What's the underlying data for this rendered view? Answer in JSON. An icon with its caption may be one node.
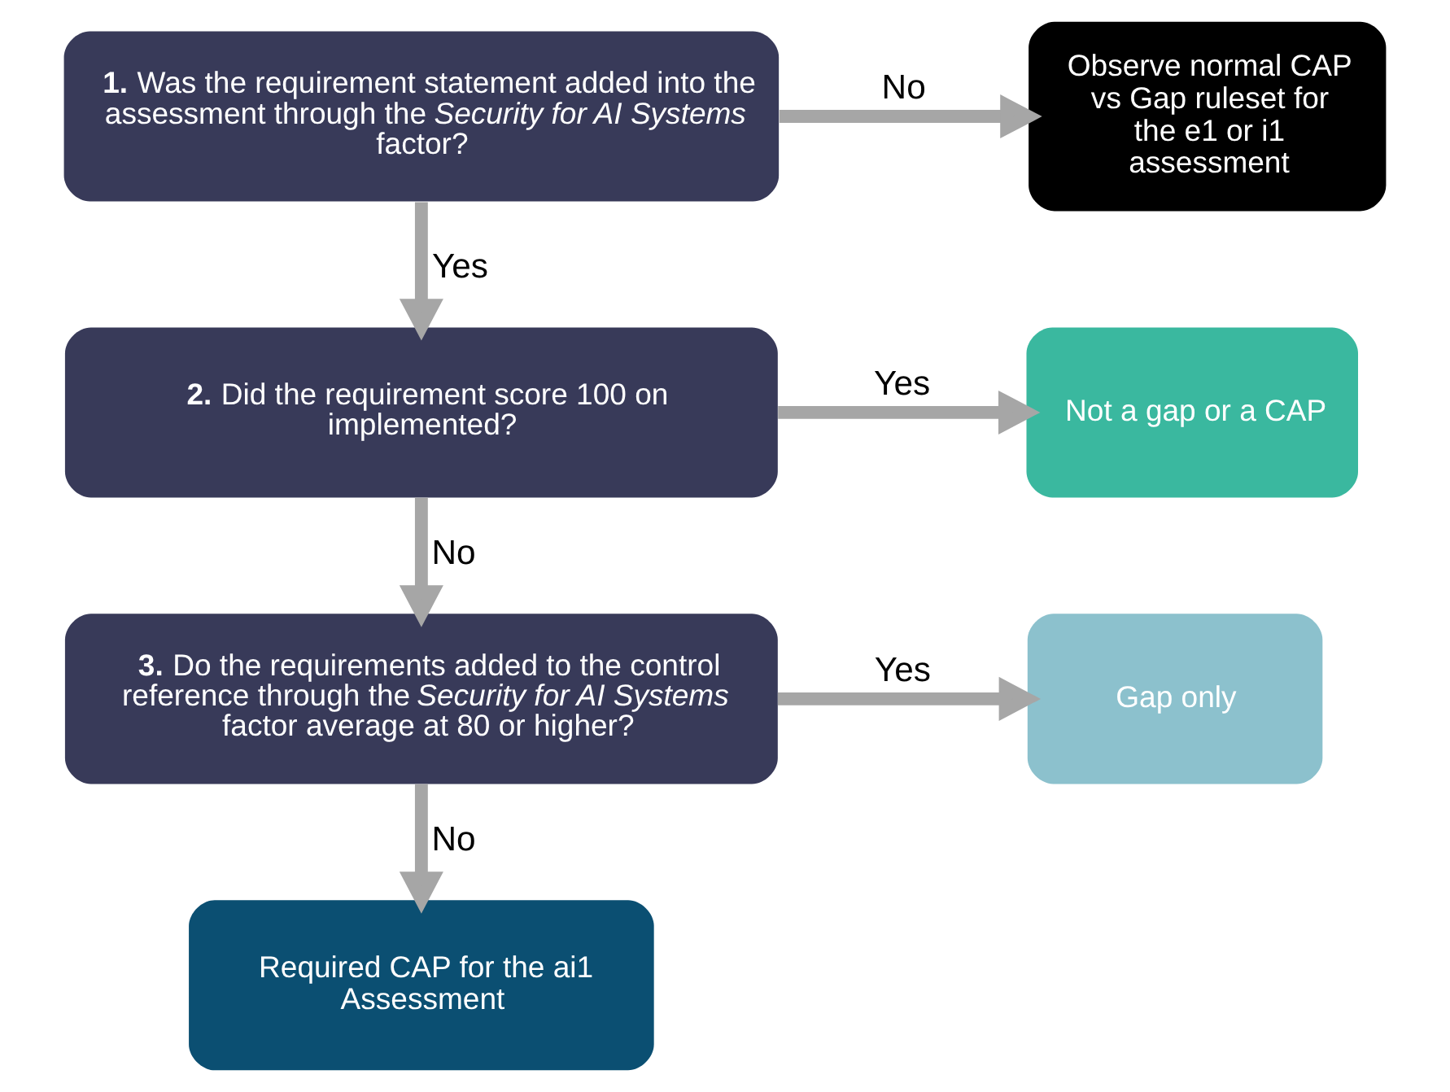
{
  "diagram": {
    "nodes": [
      {
        "text": [
          "**1.** Was the requirement statement added into the assessment through the *Security for AI Systems* factor?"
        ]
      },
      {
        "text": [
          "Observe normal CAP vs Gap ruleset for the e1 or i1 assessment"
        ]
      },
      {
        "text": [
          "**2.** Did the requirement score 100 on implemented?"
        ]
      },
      {
        "text": [
          "Not a gap or a CAP"
        ]
      },
      {
        "text": [
          "**3.** Do the requirements added to the control reference through the *Security for AI Systems* factor average at 80 or higher?"
        ]
      },
      {
        "text": [
          "Gap only"
        ]
      },
      {
        "text": [
          "Required CAP for the ai1 Assessment"
        ]
      }
    ],
    "edges": [
      {
        "from": 0,
        "to": 1,
        "arrow": "to",
        "label": "No"
      },
      {
        "from": 0,
        "to": 2,
        "arrow": "to",
        "label": "Yes"
      },
      {
        "from": 2,
        "to": 3,
        "arrow": "to",
        "label": "Yes"
      },
      {
        "from": 2,
        "to": 4,
        "arrow": "to",
        "label": "No"
      },
      {
        "from": 4,
        "to": 5,
        "arrow": "to",
        "label": "Yes"
      },
      {
        "from": 4,
        "to": 6,
        "arrow": "to",
        "label": "No"
      }
    ]
  }
}
